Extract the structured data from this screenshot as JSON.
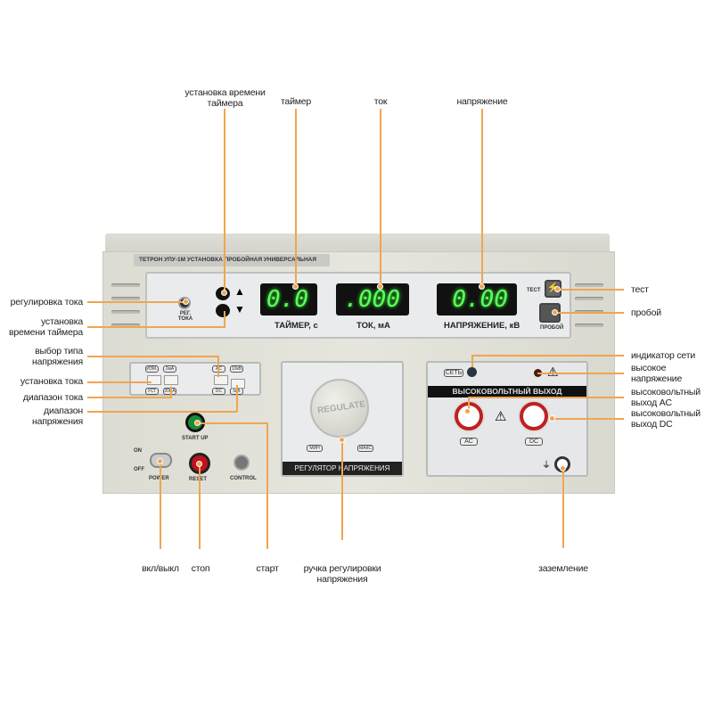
{
  "device": {
    "nameplate": "ТЕТРОН УПУ-1М УСТАНОВКА ПРОБОЙНАЯ УНИВЕРСАЛЬНАЯ",
    "displays": [
      {
        "value": "0.0",
        "label": "ТАЙМЕР, с"
      },
      {
        "value": ".000",
        "label": "ТОК, мА"
      },
      {
        "value": "0.00",
        "label": "НАПРЯЖЕНИЕ, кВ"
      }
    ],
    "reg_toka": "РЕГ. ТОКА",
    "test_btn": "ТЕСТ",
    "proboy_btn": "ПРОБОЙ",
    "switch_labels": [
      "ИЗМ.",
      "2мА",
      "AC",
      "10кВ",
      "УСТ",
      "20мА",
      "DC",
      "5кВ"
    ],
    "start": "START UP",
    "reset": "RESET",
    "power": "POWER",
    "on": "ON",
    "off": "OFF",
    "control": "CONTROL",
    "knob": "REGULATE",
    "knob_min": "МИН",
    "knob_max": "МАКС",
    "regulator_title": "РЕГУЛЯТОР НАПРЯЖЕНИЯ",
    "net": "СЕТЬ",
    "hv_title": "ВЫСОКОВОЛЬТНЫЙ ВЫХОД",
    "ac": "AC",
    "dc": "DC"
  },
  "annotations": {
    "timer_set_top": "установка времени таймера",
    "timer": "таймер",
    "current": "ток",
    "voltage": "напряжение",
    "test": "тест",
    "breakdown": "пробой",
    "current_adjust": "регулировка тока",
    "timer_set_left": "установка времени таймера",
    "voltage_type": "выбор типа напряжения",
    "current_set": "установка тока",
    "current_range": "диапазон тока",
    "voltage_range": "диапазон напряжения",
    "net_indicator": "индикатор сети",
    "high_voltage": "высокое напряжение",
    "hv_ac": "высоковольтный выход AC",
    "hv_dc": "высоковольтный выход DC",
    "power": "вкл/выкл",
    "stop": "стоп",
    "start": "старт",
    "knob": "ручка регулировки напряжения",
    "ground": "заземление"
  }
}
